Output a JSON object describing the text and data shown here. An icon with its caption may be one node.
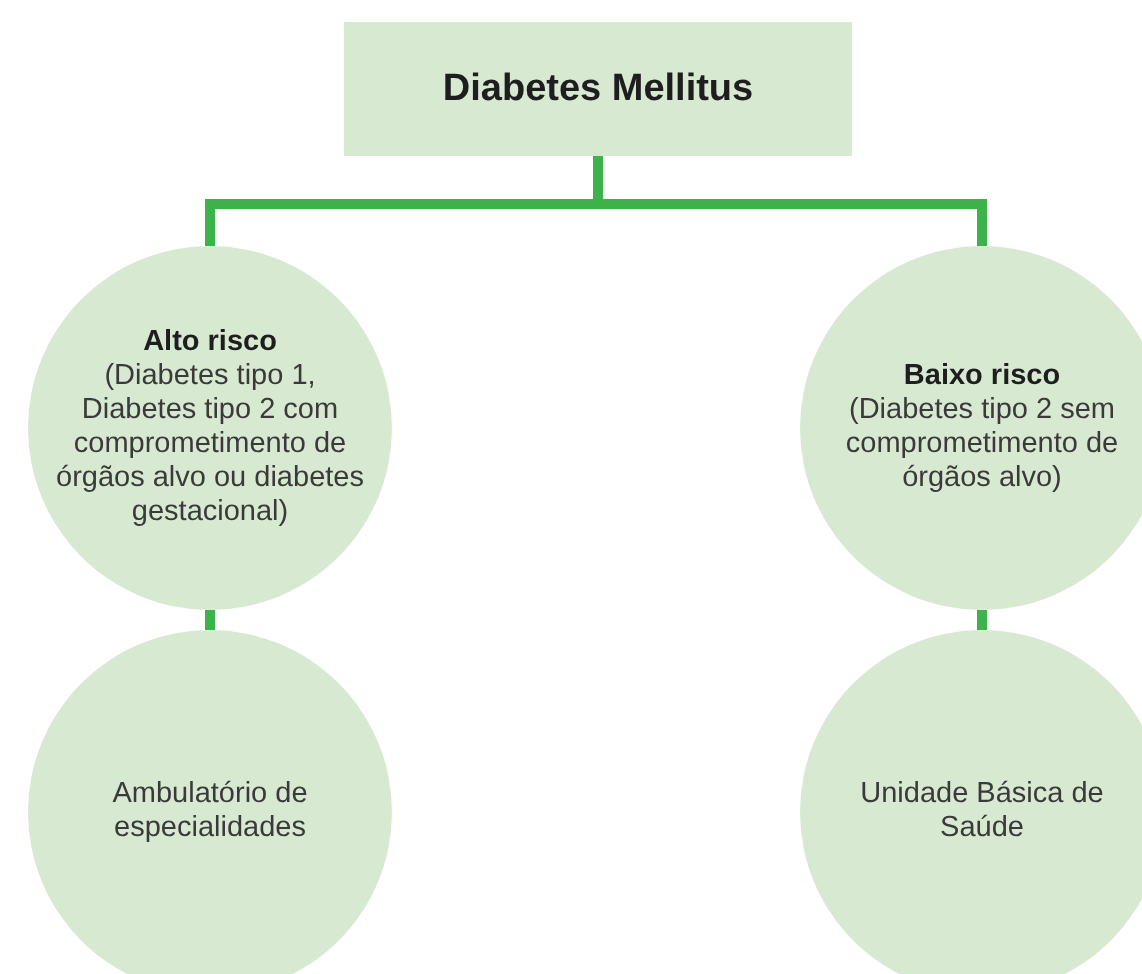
{
  "diagram": {
    "nodes": [
      {
        "text": [
          "Diabetes Mellitus"
        ]
      },
      {
        "text": [
          "Alto risco",
          "(Diabetes tipo 1, Diabetes tipo 2 com comprometimento de órgãos alvo ou diabetes gestacional)"
        ]
      },
      {
        "text": [
          "Baixo risco",
          "(Diabetes tipo 2 sem comprometimento de órgãos alvo)"
        ]
      },
      {
        "text": [
          "Ambulatório de especialidades"
        ]
      },
      {
        "text": [
          "Unidade Básica de Saúde"
        ]
      }
    ],
    "edges": [
      {
        "from": 0,
        "to": 1,
        "arrow": "none"
      },
      {
        "from": 0,
        "to": 2,
        "arrow": "none"
      },
      {
        "from": 1,
        "to": 3,
        "arrow": "none"
      },
      {
        "from": 2,
        "to": 4,
        "arrow": "none"
      }
    ]
  }
}
